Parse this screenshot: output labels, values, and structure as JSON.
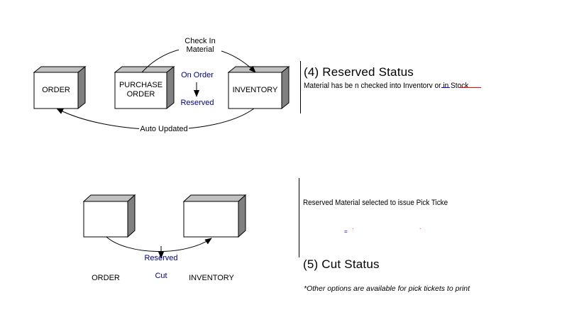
{
  "top": {
    "order_box": "ORDER",
    "purchase_order_box_line1": "PURCHASE",
    "purchase_order_box_line2": "ORDER",
    "inventory_box": "INVENTORY",
    "check_in_line1": "Check In",
    "check_in_line2": "Material",
    "on_order": "On Order",
    "reserved": "Reserved",
    "auto_updated": "Auto Updated",
    "status_title": "(4) Reserved  Status",
    "status_desc": "Material has be  n checked into Inventory or in Stock"
  },
  "bottom": {
    "order_label": "ORDER",
    "inventory_label": "INVENTORY",
    "reserved": "Reserved",
    "cut": "Cut",
    "desc": "Reserved Material selected to issue Pick Ticke",
    "status_title": "(5) Cut Status",
    "note": "*Other options are available for pick tickets to print"
  },
  "colors": {
    "box_side": "#808080",
    "box_top": "#c0c0c0",
    "accent_text": "#000080",
    "underline_red": "#ff0000"
  }
}
